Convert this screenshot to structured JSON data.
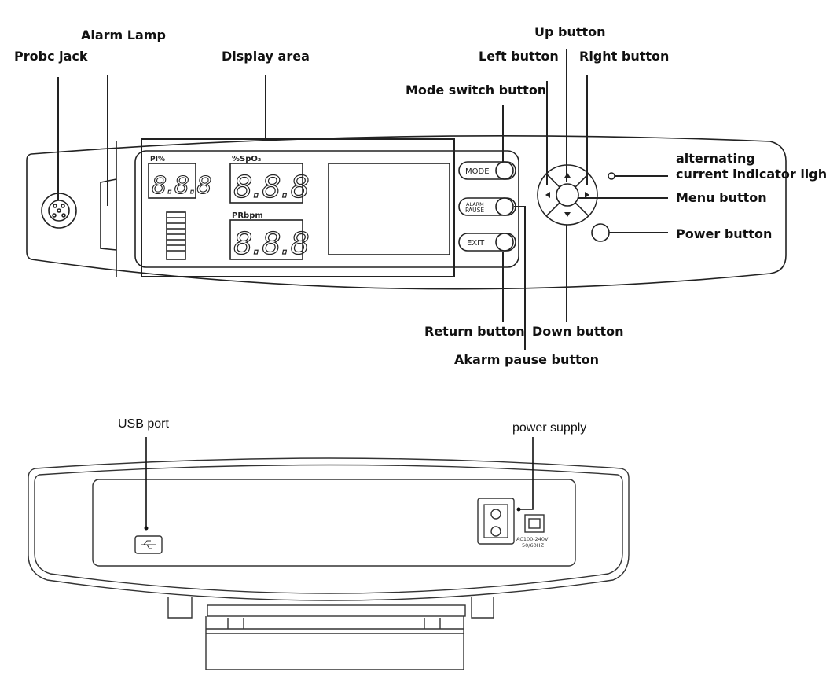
{
  "front_view": {
    "labels": {
      "probe_jack": "Probc jack",
      "alarm_lamp": "Alarm Lamp",
      "display_area": "Display area",
      "up_button": "Up button",
      "left_button": "Left button",
      "right_button": "Right button",
      "mode_switch_button": "Mode switch button",
      "ac_indicator_line1": "alternating",
      "ac_indicator_line2": "current indicator light",
      "menu_button": "Menu button",
      "power_button": "Power button",
      "return_button": "Return button",
      "down_button": "Down button",
      "alarm_pause_button": "Akarm pause button"
    },
    "panel": {
      "pi_label": "PI%",
      "spo2_label": "%SpO₂",
      "pr_label": "PRbpm",
      "pi_digits": "8.8.8",
      "spo2_digits": "8.8.8",
      "pr_digits": "8.8.8",
      "mode_key": "MODE",
      "alarm_key_line1": "ALARM",
      "alarm_key_line2": "PAUSE",
      "exit_key": "EXIT"
    }
  },
  "rear_view": {
    "labels": {
      "usb_port": "USB port",
      "power_supply": "power supply"
    },
    "power_rating_line1": "AC100-240V",
    "power_rating_line2": "50/60HZ"
  }
}
